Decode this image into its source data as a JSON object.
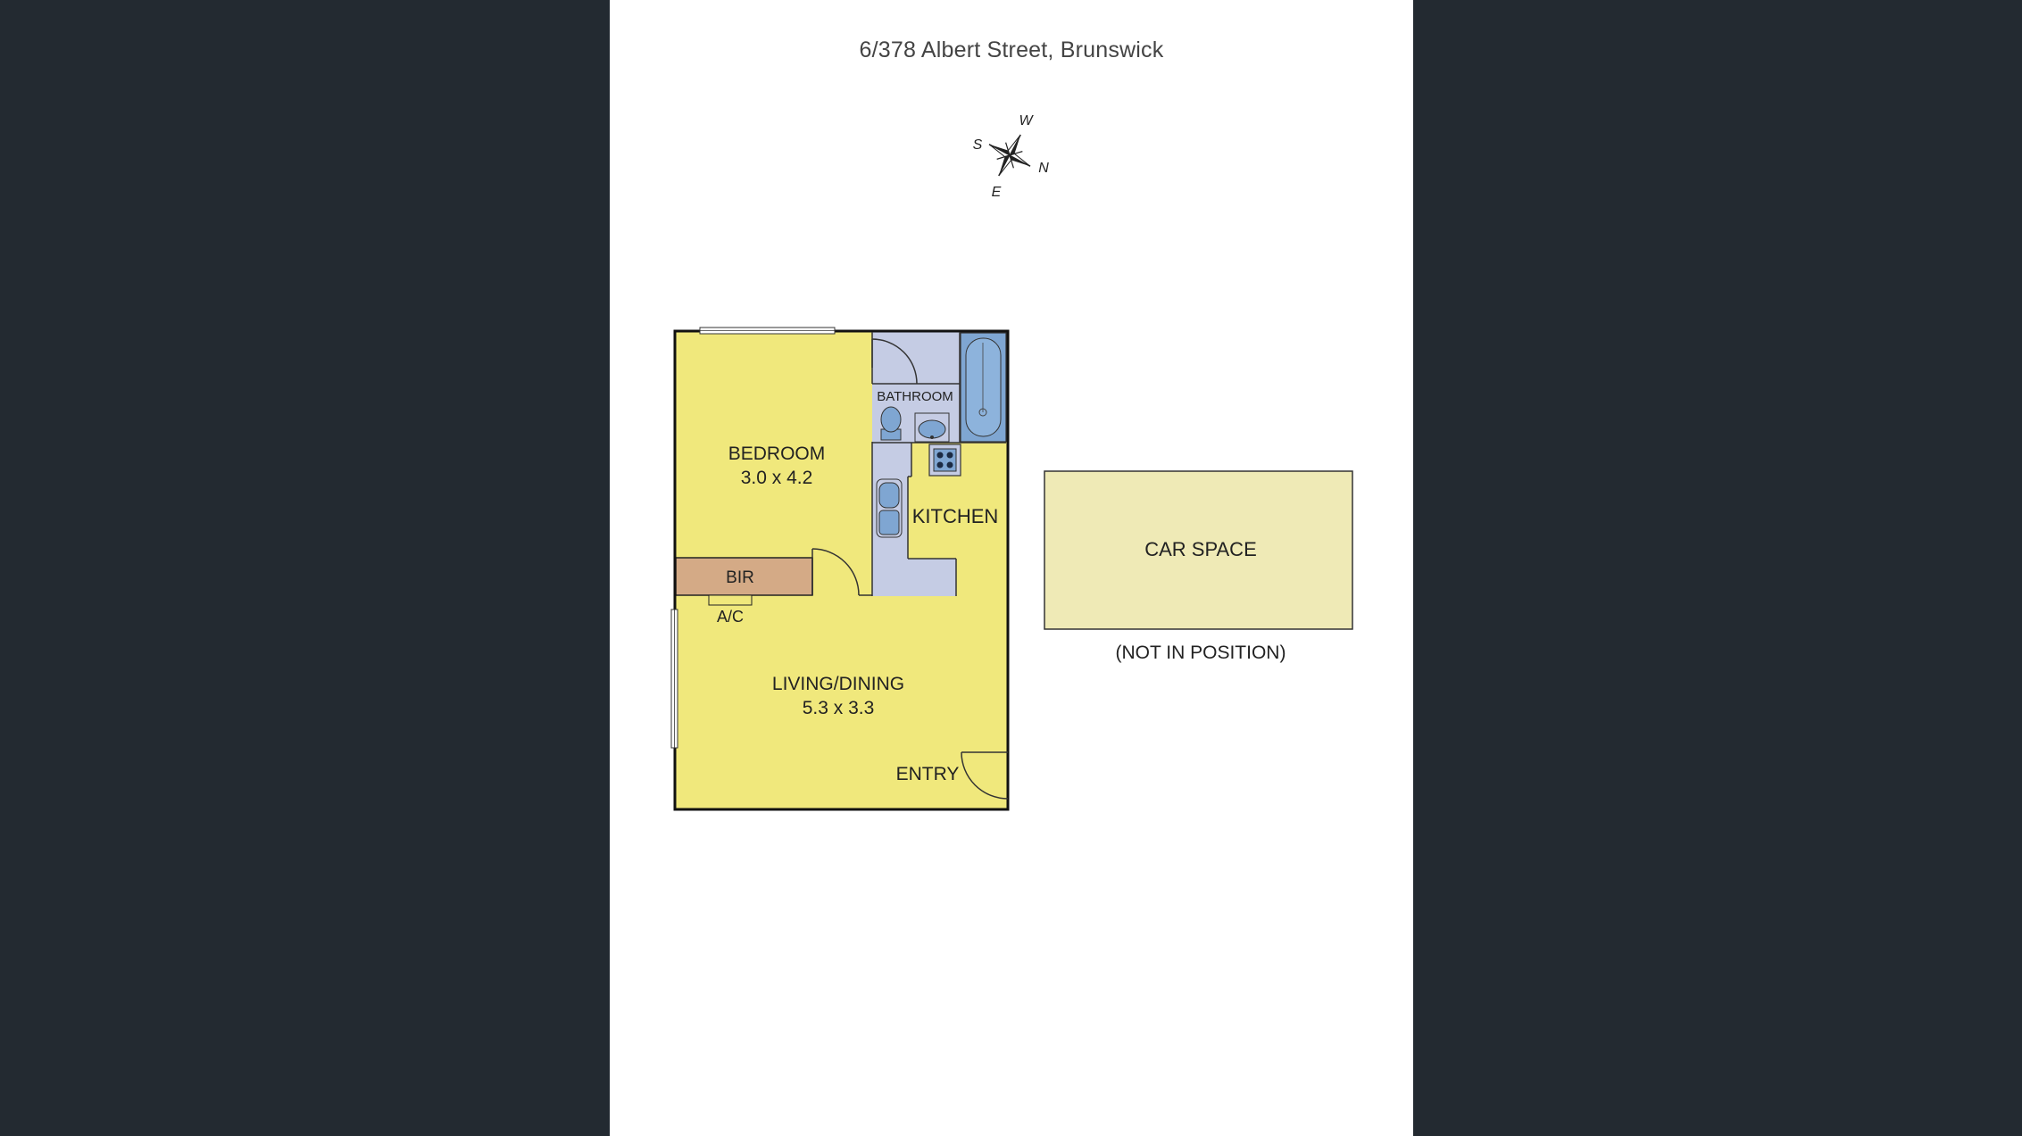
{
  "address": "6/378 Albert Street, Brunswick",
  "compass": {
    "n": "N",
    "s": "S",
    "e": "E",
    "w": "W",
    "icon": "compass-rose-icon"
  },
  "rooms": {
    "bedroom": {
      "name": "BEDROOM",
      "size": "3.0 x 4.2"
    },
    "living": {
      "name": "LIVING/DINING",
      "size": "5.3 x 3.3"
    },
    "bathroom": {
      "name": "BATHROOM"
    },
    "kitchen": {
      "name": "KITCHEN"
    },
    "bir": {
      "name": "BIR"
    },
    "ac": {
      "name": "A/C"
    },
    "entry": {
      "name": "ENTRY"
    }
  },
  "car_space": {
    "name": "CAR SPACE",
    "note": "(NOT IN POSITION)"
  },
  "colors": {
    "background": "#232a31",
    "sheet": "#ffffff",
    "living_areas": "#f0e87c",
    "wet_areas": "#c5cce4",
    "fixtures": "#7fa6d2",
    "bir": "#d4aa86",
    "car_space": "#efeab6"
  }
}
